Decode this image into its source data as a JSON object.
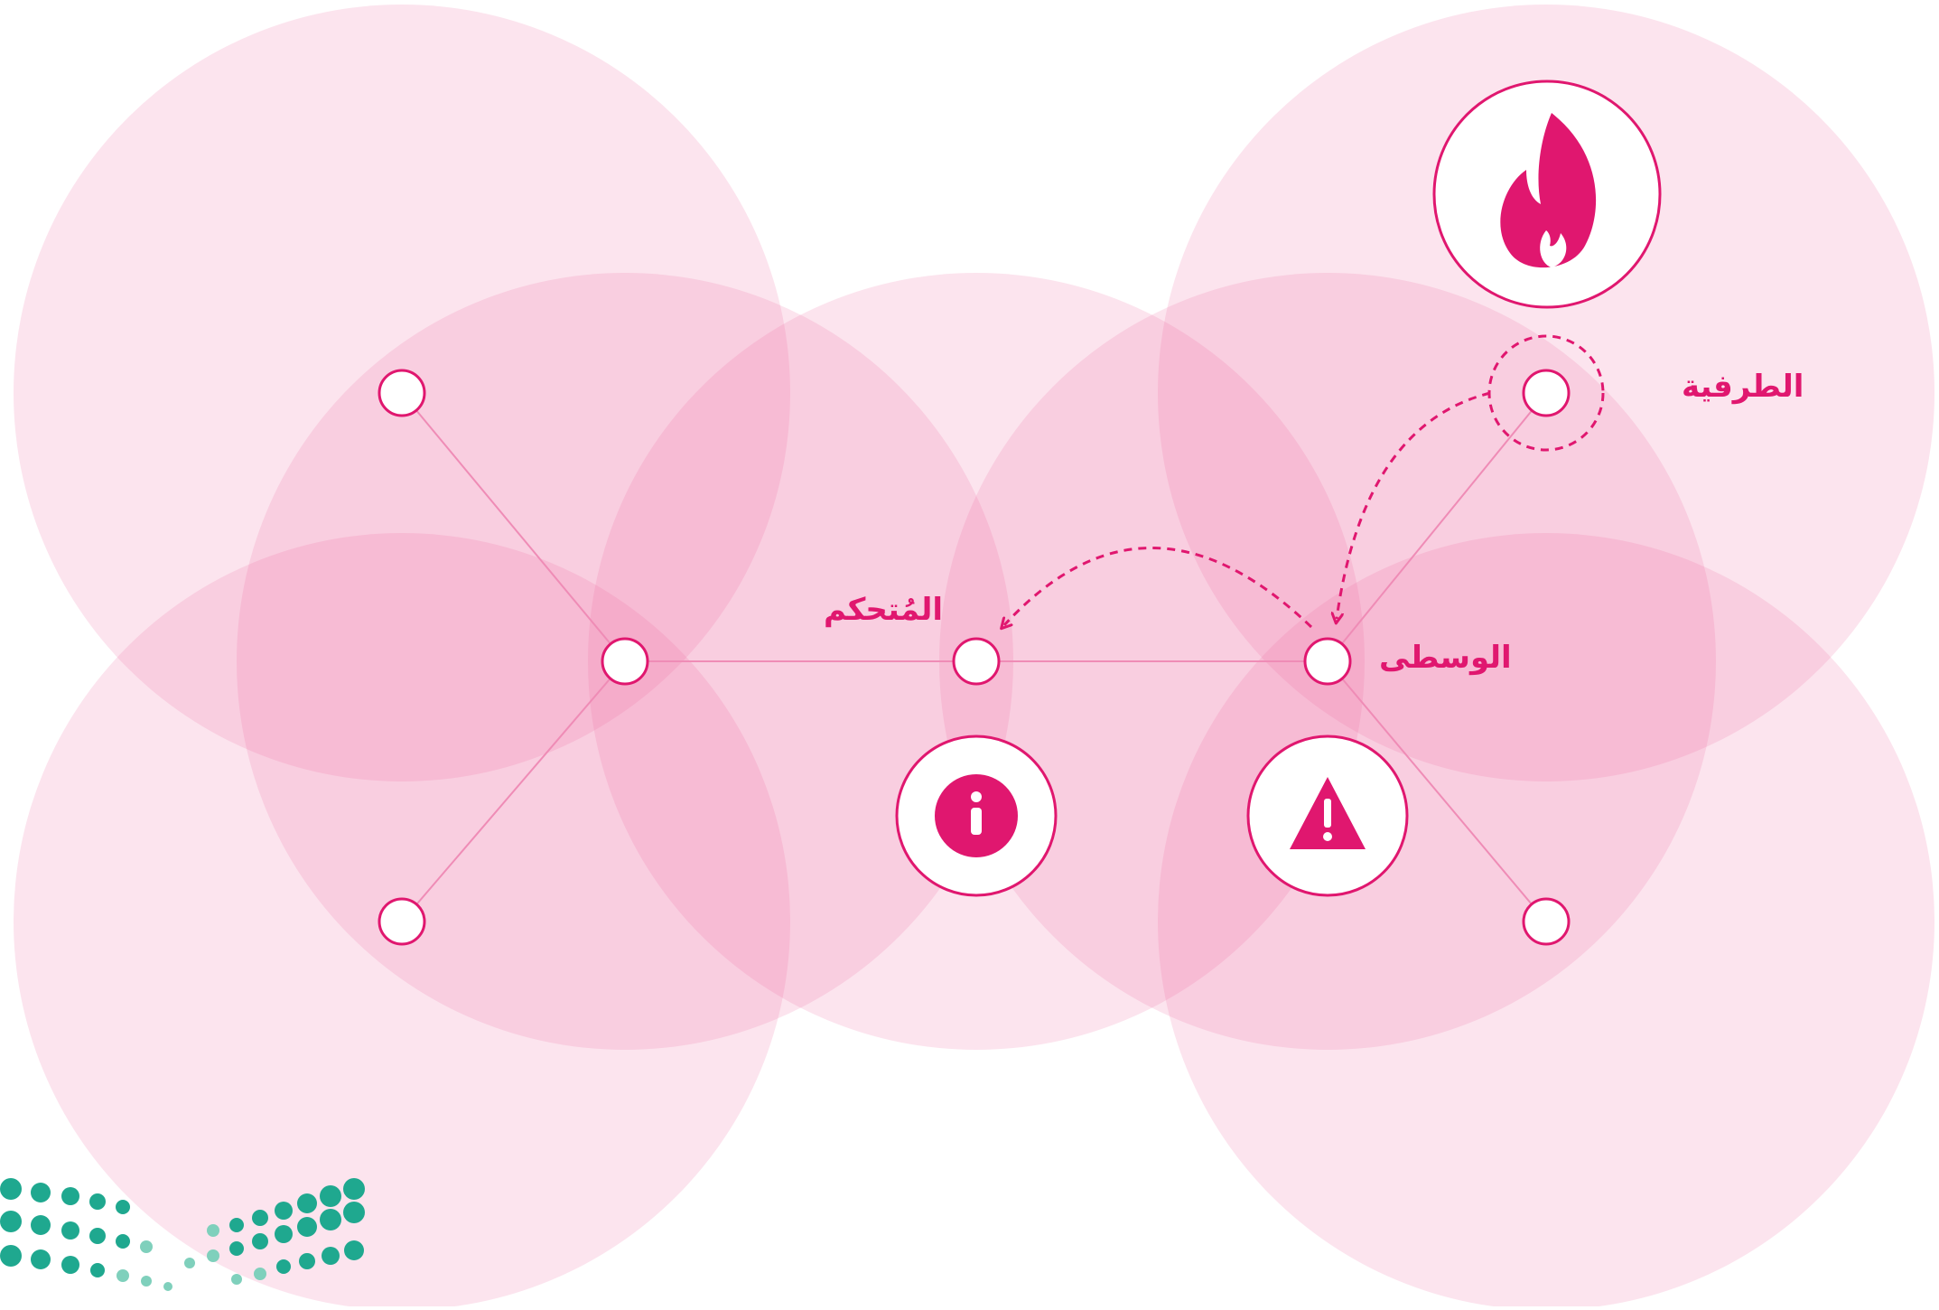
{
  "colors": {
    "accent": "#e0176f",
    "range_fill": "#f06aa0",
    "link_line": "#ef8cb6",
    "logo_teal": "#1fa88f",
    "logo_teal_light": "#7fd0bc",
    "node_fill": "#ffffff"
  },
  "labels": {
    "edge": "الطرفية",
    "middle": "الوسطى",
    "controller": "المُتحكم"
  },
  "icons": {
    "fire": "fire-icon",
    "info": "info-icon",
    "warning": "warning-icon"
  }
}
